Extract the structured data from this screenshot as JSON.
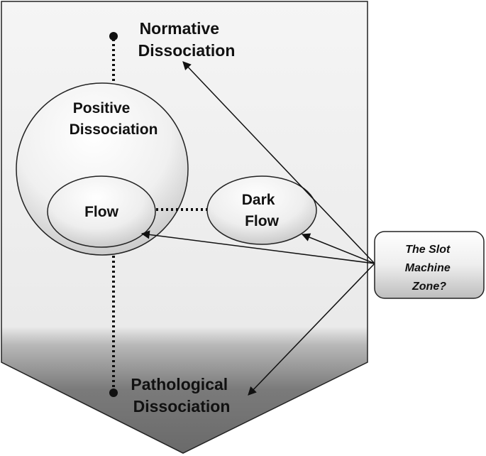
{
  "diagram": {
    "top_label": {
      "line1": "Normative",
      "line2": "Dissociation"
    },
    "bottom_label": {
      "line1": "Pathological",
      "line2": "Dissociation"
    },
    "positive_label": {
      "line1": "Positive",
      "line2": "Dissociation"
    },
    "flow_label": "Flow",
    "dark_flow_label": {
      "line1": "Dark",
      "line2": "Flow"
    },
    "zone_label": {
      "line1": "The Slot",
      "line2": "Machine",
      "line3": "Zone?"
    }
  }
}
